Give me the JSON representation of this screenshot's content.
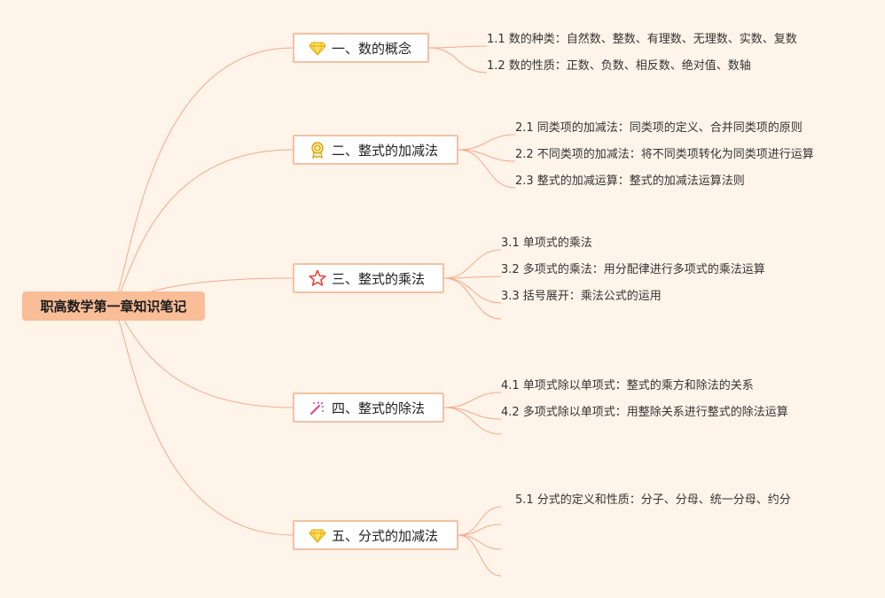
{
  "root": {
    "label": "职高数学第一章知识笔记"
  },
  "colors": {
    "line": "#f6a887",
    "topic_border": "#f3c1a0",
    "root_fill": "#f9bd97",
    "background": "#fff4ea"
  },
  "topics": [
    {
      "label": "一、数的概念",
      "icon": "diamond-icon",
      "subtopics": [
        "1.1 数的种类：自然数、整数、有理数、无理数、实数、复数",
        "1.2 数的性质：正数、负数、相反数、绝对值、数轴"
      ]
    },
    {
      "label": "二、整式的加减法",
      "icon": "medal-icon",
      "subtopics": [
        "2.1 同类项的加减法：同类项的定义、合并同类项的原则",
        "2.2 不同类项的加减法：将不同类项转化为同类项进行运算",
        "2.3 整式的加减运算：整式的加减法运算法则"
      ]
    },
    {
      "label": "三、整式的乘法",
      "icon": "star-icon",
      "subtopics": [
        "3.1 单项式的乘法",
        "3.2 多项式的乘法：用分配律进行多项式的乘法运算",
        "3.3 括号展开：乘法公式的运用",
        ""
      ]
    },
    {
      "label": "四、整式的除法",
      "icon": "magic-wand-icon",
      "subtopics": [
        "4.1 单项式除以单项式：整式的乘方和除法的关系",
        "4.2 多项式除以单项式：用整除关系进行整式的除法运算",
        ""
      ]
    },
    {
      "label": "五、分式的加减法",
      "icon": "diamond-icon",
      "subtopics": [
        "5.1 分式的定义和性质：分子、分母、统一分母、约分",
        "",
        "",
        ""
      ]
    }
  ]
}
